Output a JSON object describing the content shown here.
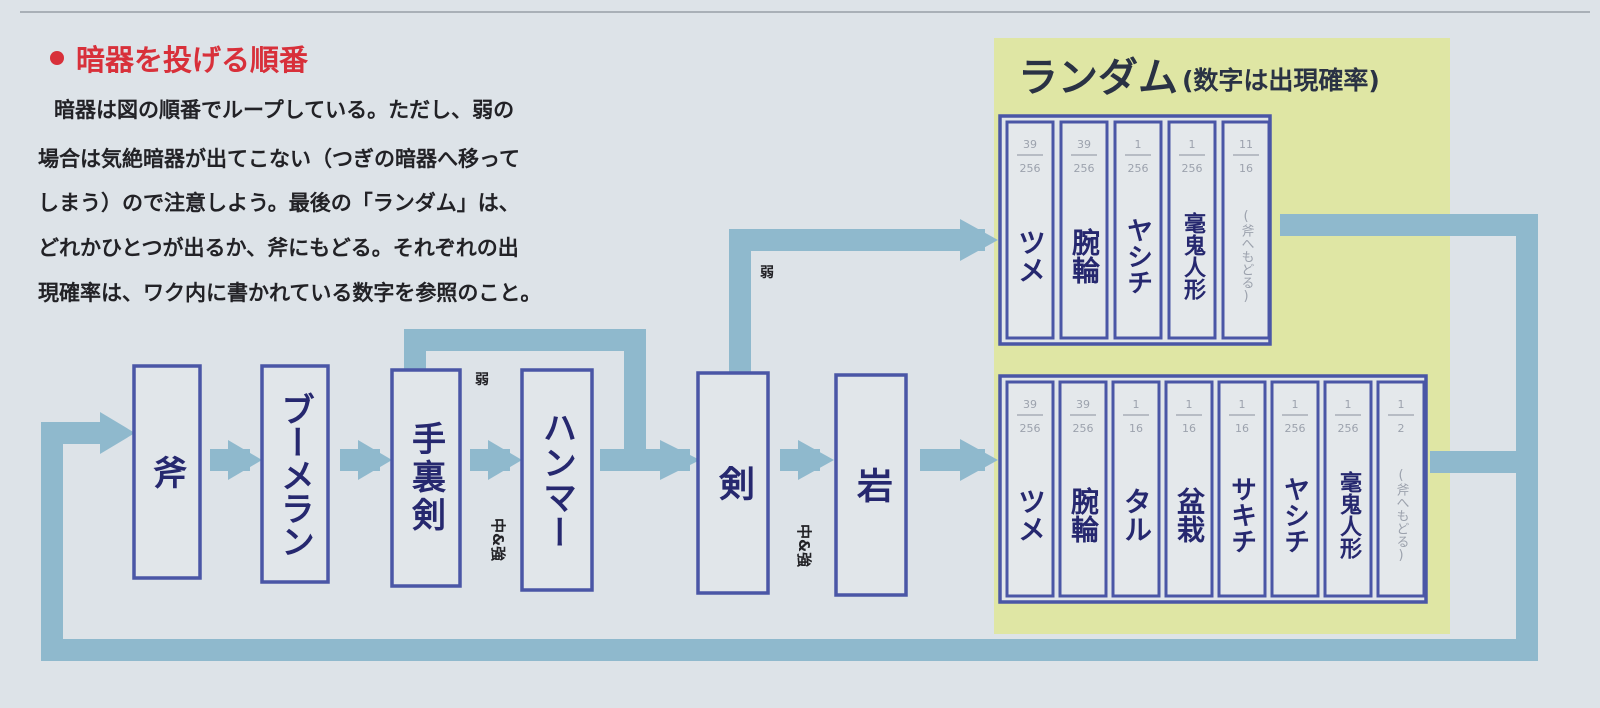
{
  "heading": "暗器を投げる順番",
  "paragraph": [
    "暗器は図の順番でループしている。ただし、弱の",
    "場合は気絶暗器が出てこない（つぎの暗器へ移って",
    "しまう）ので注意しよう。最後の「ランダム」は、",
    "どれかひとつが出るか、斧にもどる。それぞれの出",
    "現確率は、ワク内に書かれている数字を参照のこと。"
  ],
  "random_title": "ランダム",
  "random_sub": "(数字は出現確率)",
  "sequence": [
    "斧",
    "ブーメラン",
    "手裏剣",
    "ハンマー",
    "剣",
    "岩"
  ],
  "edge_labels": {
    "weak_skip": "弱",
    "weak_branch": "弱",
    "mid_strong_1": "中&強",
    "mid_strong_2": "中&強"
  },
  "random_weak": [
    {
      "name": "ツメ",
      "num": "39",
      "den": "256",
      "faded": false
    },
    {
      "name": "腕輪",
      "num": "39",
      "den": "256",
      "faded": false
    },
    {
      "name": "ヤシチ",
      "num": "1",
      "den": "256",
      "faded": false
    },
    {
      "name": "毫鬼人形",
      "num": "1",
      "den": "256",
      "faded": false
    },
    {
      "name": "(斧へもどる)",
      "num": "11",
      "den": "16",
      "faded": true
    }
  ],
  "random_strong": [
    {
      "name": "ツメ",
      "num": "39",
      "den": "256",
      "faded": false
    },
    {
      "name": "腕輪",
      "num": "39",
      "den": "256",
      "faded": false
    },
    {
      "name": "タル",
      "num": "1",
      "den": "16",
      "faded": false
    },
    {
      "name": "盆栽",
      "num": "1",
      "den": "16",
      "faded": false
    },
    {
      "name": "サキチ",
      "num": "1",
      "den": "16",
      "faded": false
    },
    {
      "name": "ヤシチ",
      "num": "1",
      "den": "256",
      "faded": false
    },
    {
      "name": "毫鬼人形",
      "num": "1",
      "den": "256",
      "faded": false
    },
    {
      "name": "(斧へもどる)",
      "num": "1",
      "den": "2",
      "faded": true
    }
  ],
  "colors": {
    "background": "#dde3e8",
    "arrow": "#8fb9cd",
    "box_border": "#4a56a6",
    "box_fill": "#e1e6ea",
    "random_bg": "#dfe6a4",
    "heading_red": "#d8303a",
    "text_dark": "#222226",
    "title_dark": "#2a3244"
  }
}
